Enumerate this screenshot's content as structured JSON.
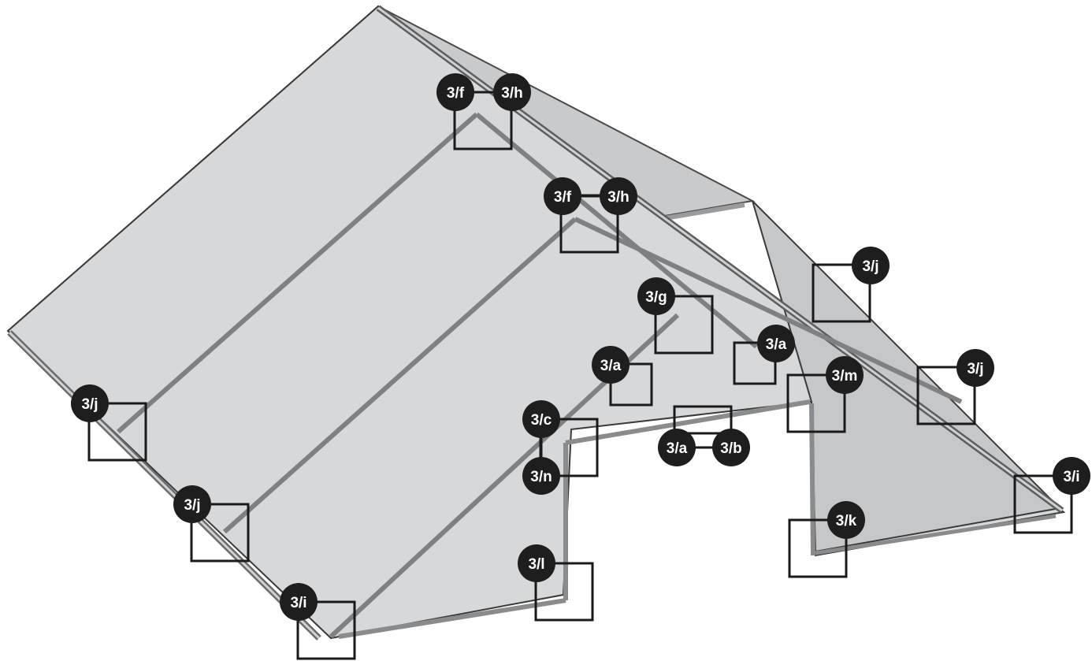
{
  "diagram": {
    "callouts": [
      {
        "id": "c1",
        "label": "3/f"
      },
      {
        "id": "c2",
        "label": "3/h"
      },
      {
        "id": "c3",
        "label": "3/f"
      },
      {
        "id": "c4",
        "label": "3/h"
      },
      {
        "id": "c5",
        "label": "3/j"
      },
      {
        "id": "c6",
        "label": "3/g"
      },
      {
        "id": "c7",
        "label": "3/a"
      },
      {
        "id": "c8",
        "label": "3/a"
      },
      {
        "id": "c9",
        "label": "3/m"
      },
      {
        "id": "c10",
        "label": "3/j"
      },
      {
        "id": "c11",
        "label": "3/c"
      },
      {
        "id": "c12",
        "label": "3/n"
      },
      {
        "id": "c13",
        "label": "3/a"
      },
      {
        "id": "c14",
        "label": "3/b"
      },
      {
        "id": "c15",
        "label": "3/j"
      },
      {
        "id": "c16",
        "label": "3/j"
      },
      {
        "id": "c17",
        "label": "3/i"
      },
      {
        "id": "c18",
        "label": "3/k"
      },
      {
        "id": "c19",
        "label": "3/l"
      },
      {
        "id": "c20",
        "label": "3/i"
      }
    ]
  }
}
